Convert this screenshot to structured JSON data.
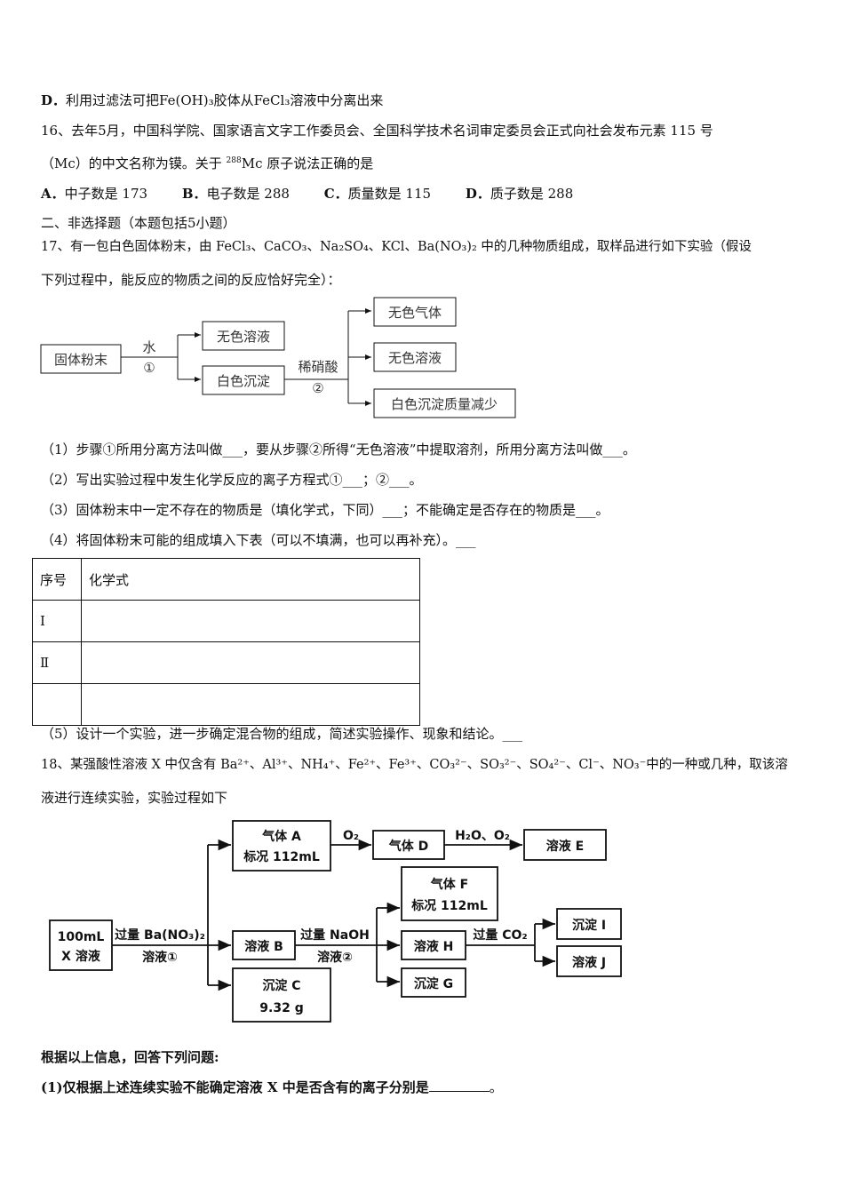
{
  "q15": {
    "option_d_label": "D．",
    "option_d_text": "利用过滤法可把Fe(OH)₃胶体从FeCl₃溶液中分离出来"
  },
  "q16": {
    "line1": "16、去年5月，中国科学院、国家语言文字工作委员会、全国科学技术名词审定委员会正式向社会发布元素 115 号",
    "line2_pre": "（Mc）的中文名称为镆。关于 ",
    "mass_number": "288",
    "line2_post": "Mc 原子说法正确的是",
    "options": [
      {
        "label": "A．",
        "text": "中子数是 173"
      },
      {
        "label": "B．",
        "text": "电子数是 288"
      },
      {
        "label": "C．",
        "text": "质量数是 115"
      },
      {
        "label": "D．",
        "text": "质子数是 288"
      }
    ]
  },
  "section2": "二、非选择题（本题包括5小题）",
  "q17": {
    "line1": "17、有一包白色固体粉末，由 FeCl₃、CaCO₃、Na₂SO₄、KCl、Ba(NO₃)₂ 中的几种物质组成，取样品进行如下实验（假设",
    "line2": "下列过程中，能反应的物质之间的反应恰好完全）：",
    "diagram": {
      "start": "固体粉末",
      "step1_reagent": "水",
      "step1_num": "①",
      "mid_top": "无色溶液",
      "mid_bottom": "白色沉淀",
      "step2_reagent": "稀硝酸",
      "step2_num": "②",
      "out1": "无色气体",
      "out2": "无色溶液",
      "out3": "白色沉淀质量减少"
    },
    "sub1": "（1）步骤①所用分离方法叫做___，要从步骤②所得“无色溶液”中提取溶剂，所用分离方法叫做___。",
    "sub2": "（2）写出实验过程中发生化学反应的离子方程式①___；②___。",
    "sub3": "（3）固体粉末中一定不存在的物质是（填化学式，下同）___；不能确定是否存在的物质是___。",
    "sub4": "（4）将固体粉末可能的组成填入下表（可以不填满，也可以再补充）。___",
    "table": {
      "headers": [
        "序号",
        "化学式"
      ],
      "rows": [
        [
          "Ⅰ",
          ""
        ],
        [
          "Ⅱ",
          ""
        ],
        [
          "",
          ""
        ]
      ]
    },
    "sub5": "（5）设计一个实验，进一步确定混合物的组成，简述实验操作、现象和结论。___"
  },
  "q18": {
    "line1": "18、某强酸性溶液 X 中仅含有 Ba²⁺、Al³⁺、NH₄⁺、Fe²⁺、Fe³⁺、CO₃²⁻、SO₃²⁻、SO₄²⁻、Cl⁻、NO₃⁻中的一种或几种，取该溶",
    "line2": "液进行连续实验，实验过程如下",
    "diagram": {
      "x_box_1": "100mL",
      "x_box_2": "X 溶液",
      "reagent1": "过量 Ba(NO₃)₂",
      "reagent1_b": "溶液①",
      "gasA_1": "气体 A",
      "gasA_2": "标况 112mL",
      "o2": "O₂",
      "gasD": "气体 D",
      "h2o_o2": "H₂O、O₂",
      "solE": "溶液 E",
      "solB": "溶液 B",
      "reagent2": "过量 NaOH",
      "reagent2_b": "溶液②",
      "gasF_1": "气体 F",
      "gasF_2": "标况 112mL",
      "solH": "溶液 H",
      "co2": "过量 CO₂",
      "precI": "沉淀 I",
      "solJ": "溶液 J",
      "precG": "沉淀 G",
      "precC_1": "沉淀 C",
      "precC_2": "9.32 g"
    },
    "followup": "根据以上信息，回答下列问题:",
    "sub1_pre": "(1)仅根据上述连续实验不能确定溶液 X 中是否含有的离子分别是",
    "sub1_post": "。"
  }
}
